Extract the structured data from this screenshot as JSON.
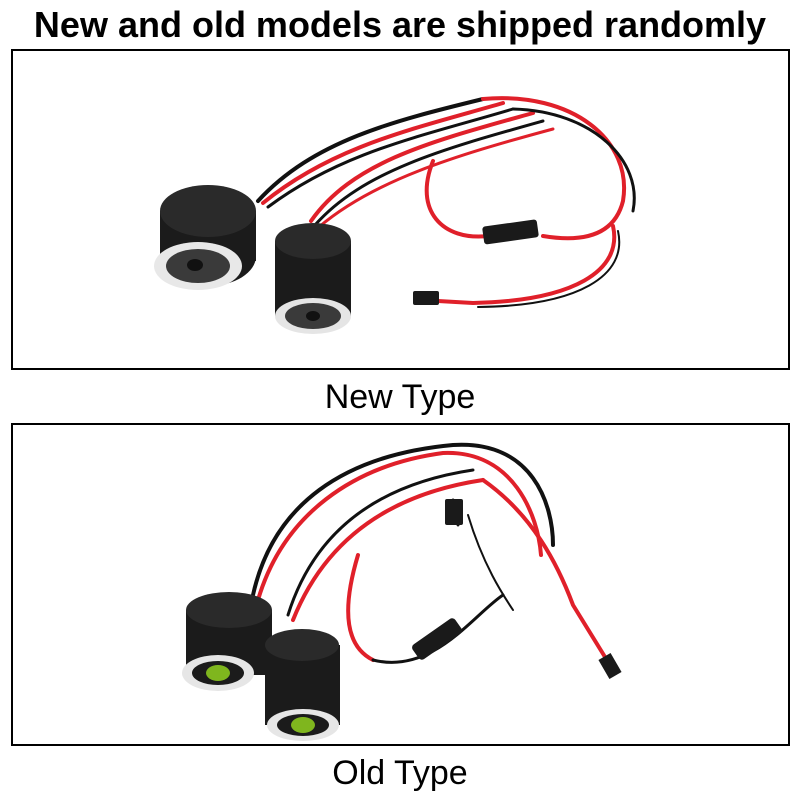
{
  "banner": {
    "headline": "New and old models are shipped randomly"
  },
  "panels": [
    {
      "caption": "New Type",
      "lens_color": "#3a3a3a",
      "housing_color": "#1b1b1b"
    },
    {
      "caption": "Old Type",
      "lens_color": "#7fb61e",
      "housing_color": "#1b1b1b"
    }
  ],
  "colors": {
    "wire_red": "#e0202a",
    "wire_black": "#111111",
    "frame_border": "#000000"
  }
}
